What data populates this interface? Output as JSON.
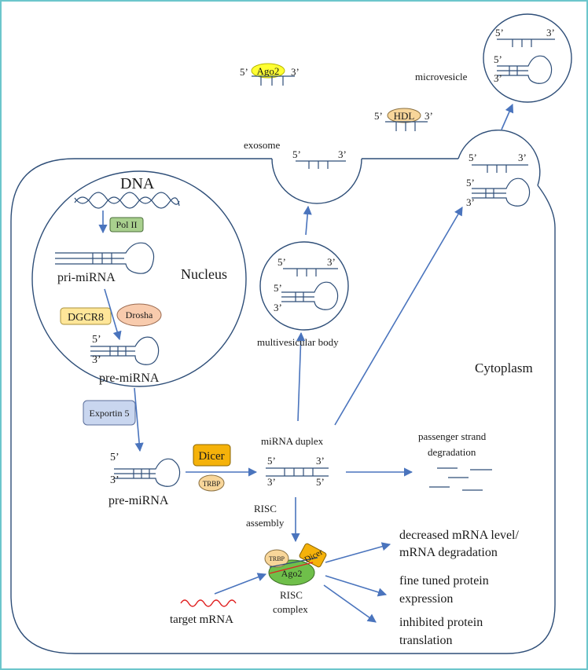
{
  "labels": {
    "dna": "DNA",
    "pol2": "Pol II",
    "pri_mirna": "pri-miRNA",
    "nucleus": "Nucleus",
    "dgcr8": "DGCR8",
    "drosha": "Drosha",
    "pre_mirna_nuc": "pre-miRNA",
    "exportin": "Exportin 5",
    "pre_mirna_cyto": "pre-miRNA",
    "dicer": "Dicer",
    "trbp": "TRBP",
    "mirna_duplex": "miRNA duplex",
    "passenger_1": "passenger strand",
    "passenger_2": "degradation",
    "risc_assembly_1": "RISC",
    "risc_assembly_2": "assembly",
    "ago2": "Ago2",
    "risc_complex_1": "RISC",
    "risc_complex_2": "complex",
    "target_mrna": "target mRNA",
    "outcome1_1": "decreased mRNA level/",
    "outcome1_2": "mRNA degradation",
    "outcome2_1": "fine tuned protein",
    "outcome2_2": "expression",
    "outcome3_1": "inhibited protein",
    "outcome3_2": "translation",
    "mvb": "multivesicular body",
    "exosome": "exosome",
    "microvesicle": "microvesicle",
    "hdl": "HDL",
    "cytoplasm": "Cytoplasm",
    "five_prime": "5’",
    "three_prime": "3’"
  },
  "colors": {
    "pol2": "#a9d08e",
    "dgcr8": "#ffe699",
    "drosha": "#f8cbad",
    "exportin": "#c9d6ef",
    "dicer": "#f5b20a",
    "trbp": "#f8d69a",
    "ago2_green": "#6fbf4a",
    "ago2_yellow": "#ffff33",
    "hdl": "#f8d69a",
    "target_mrna": "#e02020",
    "arrow": "#4a74bd"
  }
}
